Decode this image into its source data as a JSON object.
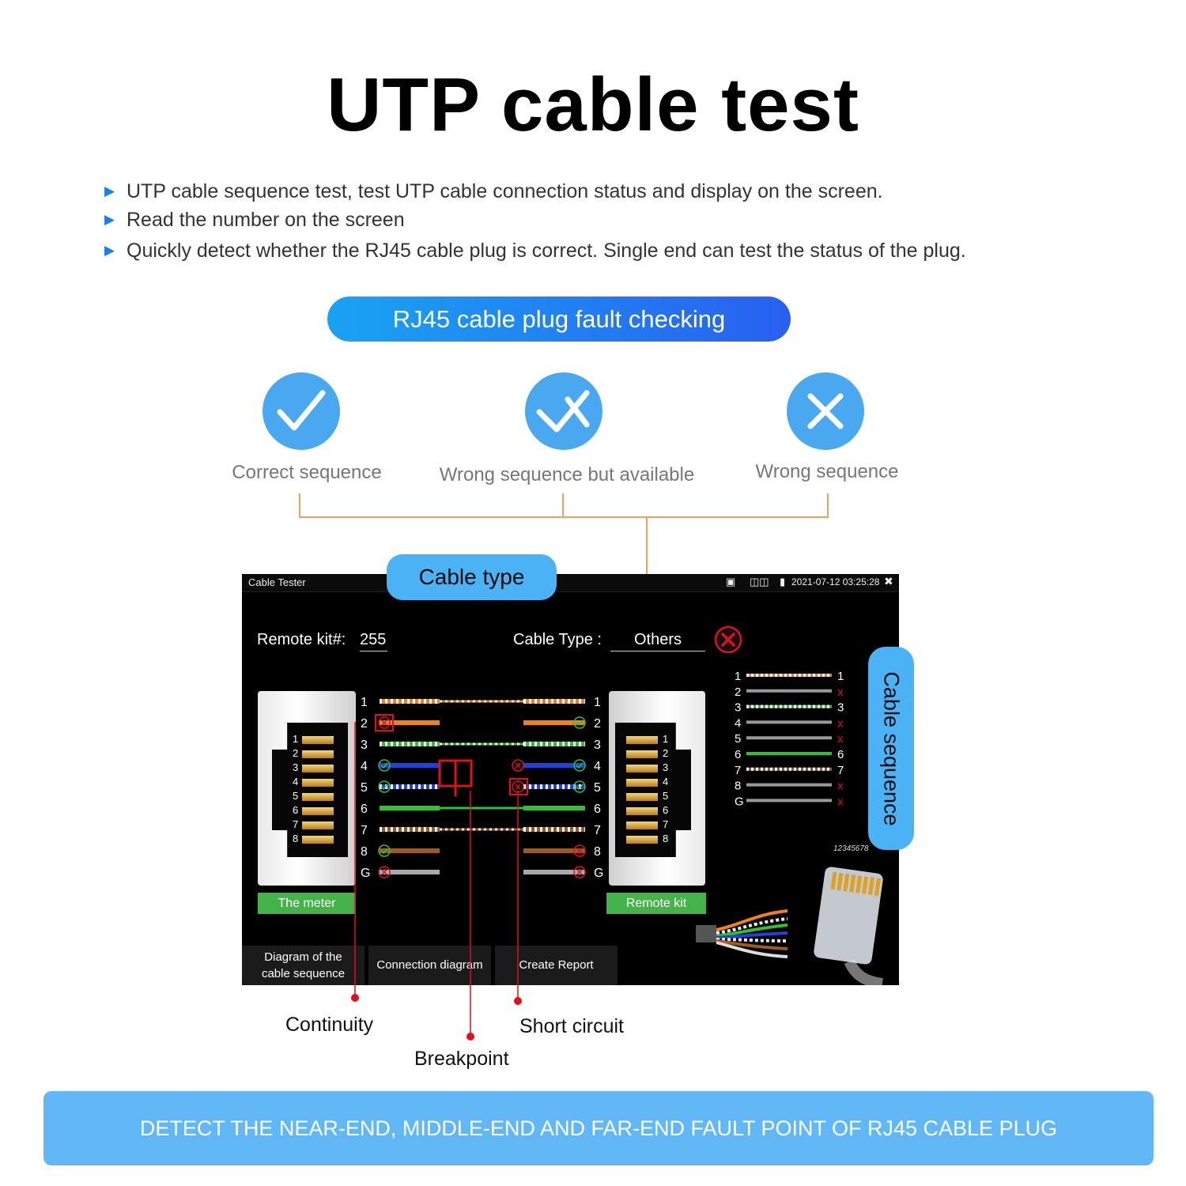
{
  "title": "UTP cable test",
  "bullets": [
    "UTP cable sequence test, test UTP cable connection status and display on the screen.",
    "Read the number on the screen",
    "Quickly detect whether the RJ45 cable plug is correct. Single end can test the status of the plug."
  ],
  "pill_label": "RJ45 cable plug fault checking",
  "statuses": [
    {
      "label": "Correct sequence",
      "icon": "check-icon"
    },
    {
      "label": "Wrong sequence but available",
      "icon": "check-cross-icon"
    },
    {
      "label": "Wrong sequence",
      "icon": "cross-icon"
    }
  ],
  "screen": {
    "app_title": "Cable Tester",
    "datetime": "2021-07-12 03:25:28",
    "remote_kit_label": "Remote kit#:",
    "remote_kit_value": "255",
    "cable_type_label": "Cable Type :",
    "cable_type_value": "Others",
    "meter_label": "The meter",
    "remote_label": "Remote kit",
    "pins": [
      "1",
      "2",
      "3",
      "4",
      "5",
      "6",
      "7",
      "8",
      "G"
    ],
    "plug_pins": [
      "1",
      "2",
      "3",
      "4",
      "5",
      "6",
      "7",
      "8"
    ],
    "plug_code": "12345678",
    "tabs": {
      "diagram_line1": "Diagram of the",
      "diagram_line2": "cable sequence",
      "connection": "Connection diagram",
      "report": "Create Report"
    },
    "sequence": {
      "left": [
        "1",
        "2",
        "3",
        "4",
        "5",
        "6",
        "7",
        "8",
        "G"
      ],
      "right": [
        "1",
        "x",
        "3",
        "x",
        "x",
        "6",
        "7",
        "x",
        "x"
      ]
    }
  },
  "callouts": {
    "cable_type": "Cable type",
    "cable_sequence": "Cable sequence",
    "continuity": "Continuity",
    "breakpoint": "Breakpoint",
    "short_circuit": "Short circuit"
  },
  "banner": "DETECT THE NEAR-END, MIDDLE-END AND FAR-END FAULT POINT OF RJ45 CABLE PLUG",
  "colors": {
    "accent_blue": "#4aa8f0",
    "callout_blue": "#4ab2f5",
    "banner_blue": "#62b8f7",
    "connector_orange": "#f0a060",
    "marker_red": "#e0101a",
    "button_green": "#44b34a"
  }
}
